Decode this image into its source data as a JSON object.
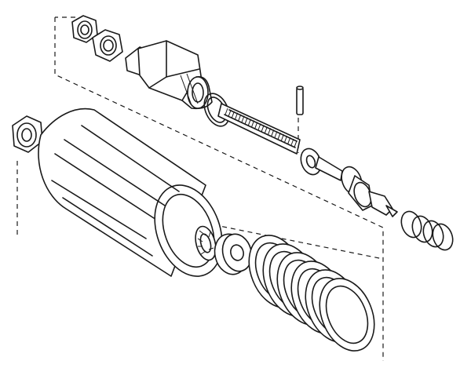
{
  "figure": {
    "kind": "exploded-assembly-line-drawing",
    "colors": {
      "line": "#1a1a1a",
      "background": "#ffffff"
    },
    "parts": [
      "hex-nut-pair",
      "threaded-fitting-body",
      "o-ring",
      "threaded-adjuster-rod",
      "roll-pin",
      "washer",
      "poppet-valve-stem",
      "small-spring",
      "hex-nut",
      "cylindrical-housing",
      "star-washer",
      "thick-washer",
      "large-coil-spring",
      "assembly-outline"
    ]
  }
}
